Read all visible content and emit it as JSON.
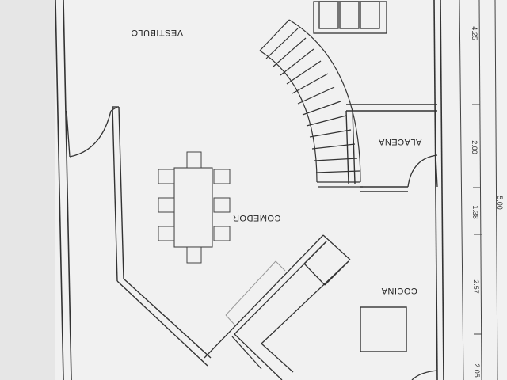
{
  "rooms": {
    "vestibulo": "VESTIBULO",
    "comedor": "COMEDOR",
    "alacena": "ALACENA",
    "cocina": "COCINA"
  },
  "dimensions": {
    "d1": "4.25",
    "d2": "2.00",
    "d3": "1.38",
    "d4": "2.57",
    "d5": "2.05",
    "total": "5.00"
  },
  "colors": {
    "paper": "#f1f1f1",
    "line": "#3a3a3a",
    "margin": "#e2e2e2"
  }
}
